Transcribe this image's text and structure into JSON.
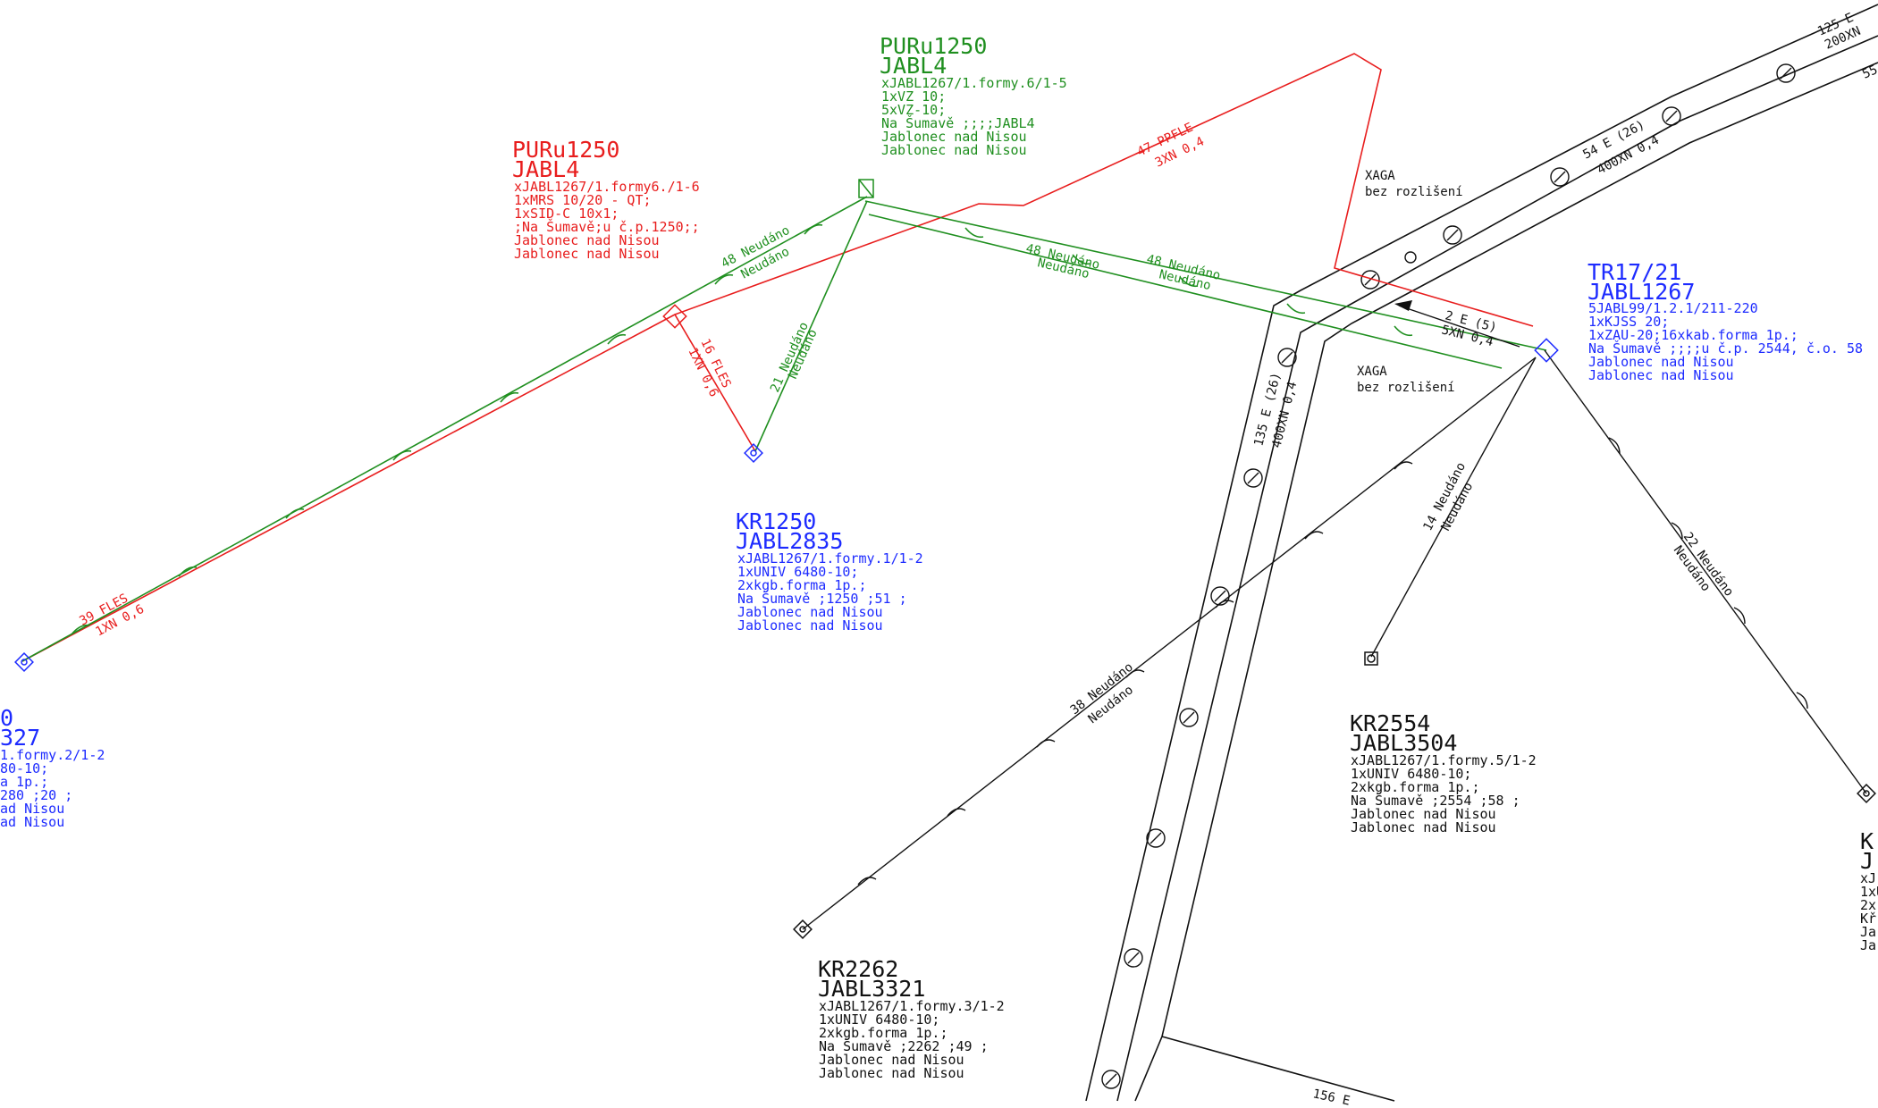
{
  "nodes": [
    {
      "id": "puru1250-green",
      "color": "#1f8f1f",
      "lines": [
        "PURu1250",
        "JABL4",
        "xJABL1267/1.formy.6/1-5",
        "1xVZ 10;",
        "5xVZ-10;",
        "Na Šumavě ;;;;JABL4",
        "Jablonec nad Nisou",
        "Jablonec nad Nisou"
      ]
    },
    {
      "id": "puru1250-red",
      "color": "#e81d1d",
      "lines": [
        "PURu1250",
        "JABL4",
        "xJABL1267/1.formy6./1-6",
        "1xMRS 10/20 - QT;",
        "1xSID-C 10x1;",
        ";Na Šumavě;u č.p.1250;;",
        "Jablonec nad Nisou",
        "Jablonec nad Nisou"
      ]
    },
    {
      "id": "kr1250",
      "color": "#1d2bff",
      "lines": [
        "KR1250",
        "JABL2835",
        "xJABL1267/1.formy.1/1-2",
        "1xUNIV 6480-10;",
        "2xkgb.forma 1p.;",
        "Na Šumavě ;1250 ;51 ;",
        "Jablonec nad Nisou",
        "Jablonec nad Nisou"
      ]
    },
    {
      "id": "tr17-21",
      "color": "#1d2bff",
      "lines": [
        "TR17/21",
        "JABL1267",
        "5JABL99/1.2.1/211-220",
        "1xKJSS 20;",
        "1xZAU-20;16xkab.forma 1p.;",
        "Na Šumavě ;;;;u č.p. 2544, č.o. 58",
        "Jablonec nad Nisou",
        "Jablonec nad Nisou"
      ]
    },
    {
      "id": "kr2554",
      "color": "#111111",
      "lines": [
        "KR2554",
        "JABL3504",
        "xJABL1267/1.formy.5/1-2",
        "1xUNIV 6480-10;",
        "2xkgb.forma 1p.;",
        "Na Šumavě ;2554 ;58 ;",
        "Jablonec nad Nisou",
        "Jablonec nad Nisou"
      ]
    },
    {
      "id": "kr2262",
      "color": "#111111",
      "lines": [
        "KR2262",
        "JABL3321",
        "xJABL1267/1.formy.3/1-2",
        "1xUNIV 6480-10;",
        "2xkgb.forma 1p.;",
        "Na Šumavě ;2262 ;49 ;",
        "Jablonec nad Nisou",
        "Jablonec nad Nisou"
      ]
    },
    {
      "id": "left-partial",
      "color": "#1d2bff",
      "lines": [
        "0",
        "327",
        "1.formy.2/1-2",
        "80-10;",
        "a 1p.;",
        "280 ;20 ;",
        "ad Nisou",
        "ad Nisou"
      ]
    },
    {
      "id": "right-partial",
      "color": "#111111",
      "lines": [
        "K",
        "J",
        "xJ",
        "1xU",
        "2x",
        "Kř",
        "Ja",
        "Ja"
      ]
    }
  ],
  "cable_labels": {
    "g48a_1": "48 Neudáno",
    "g48a_2": "Neudáno",
    "g48b_1": "48 Neudáno",
    "g48b_2": "Neudáno",
    "g48c_1": "48 Neudáno",
    "g48c_2": "Neudáno",
    "g21_1": "21 Neudáno",
    "g21_2": "Neudáno",
    "r39_1": "39 FLES",
    "r39_2": "1XN 0,6",
    "r16_1": "16 FLES",
    "r16_2": "1XN 0,6",
    "r47_1": "47 PPFLE",
    "r47_2": "3XN 0,4",
    "k2e_1": "2 E (5)",
    "k2e_2": "5XN 0,4",
    "k135_1": "135 E (26)",
    "k135_2": "400XN 0,4",
    "k54_1": "54 E (26)",
    "k54_2": "400XN 0,4",
    "k125_1": "125 E",
    "k125_2": "200XN",
    "k55": "55",
    "k156": "156 E",
    "b38_1": "38 Neudáno",
    "b38_2": "Neudáno",
    "b14_1": "14 Neudáno",
    "b14_2": "Neudáno",
    "b22_1": "22 Neudáno",
    "b22_2": "Neudáno",
    "xaga1_1": "XAGA",
    "xaga1_2": "bez rozlišení",
    "xaga2_1": "XAGA",
    "xaga2_2": "bez rozlišení"
  },
  "colors": {
    "red": "#e81d1d",
    "green": "#1f8f1f",
    "blue": "#1d2bff",
    "black": "#111111"
  }
}
